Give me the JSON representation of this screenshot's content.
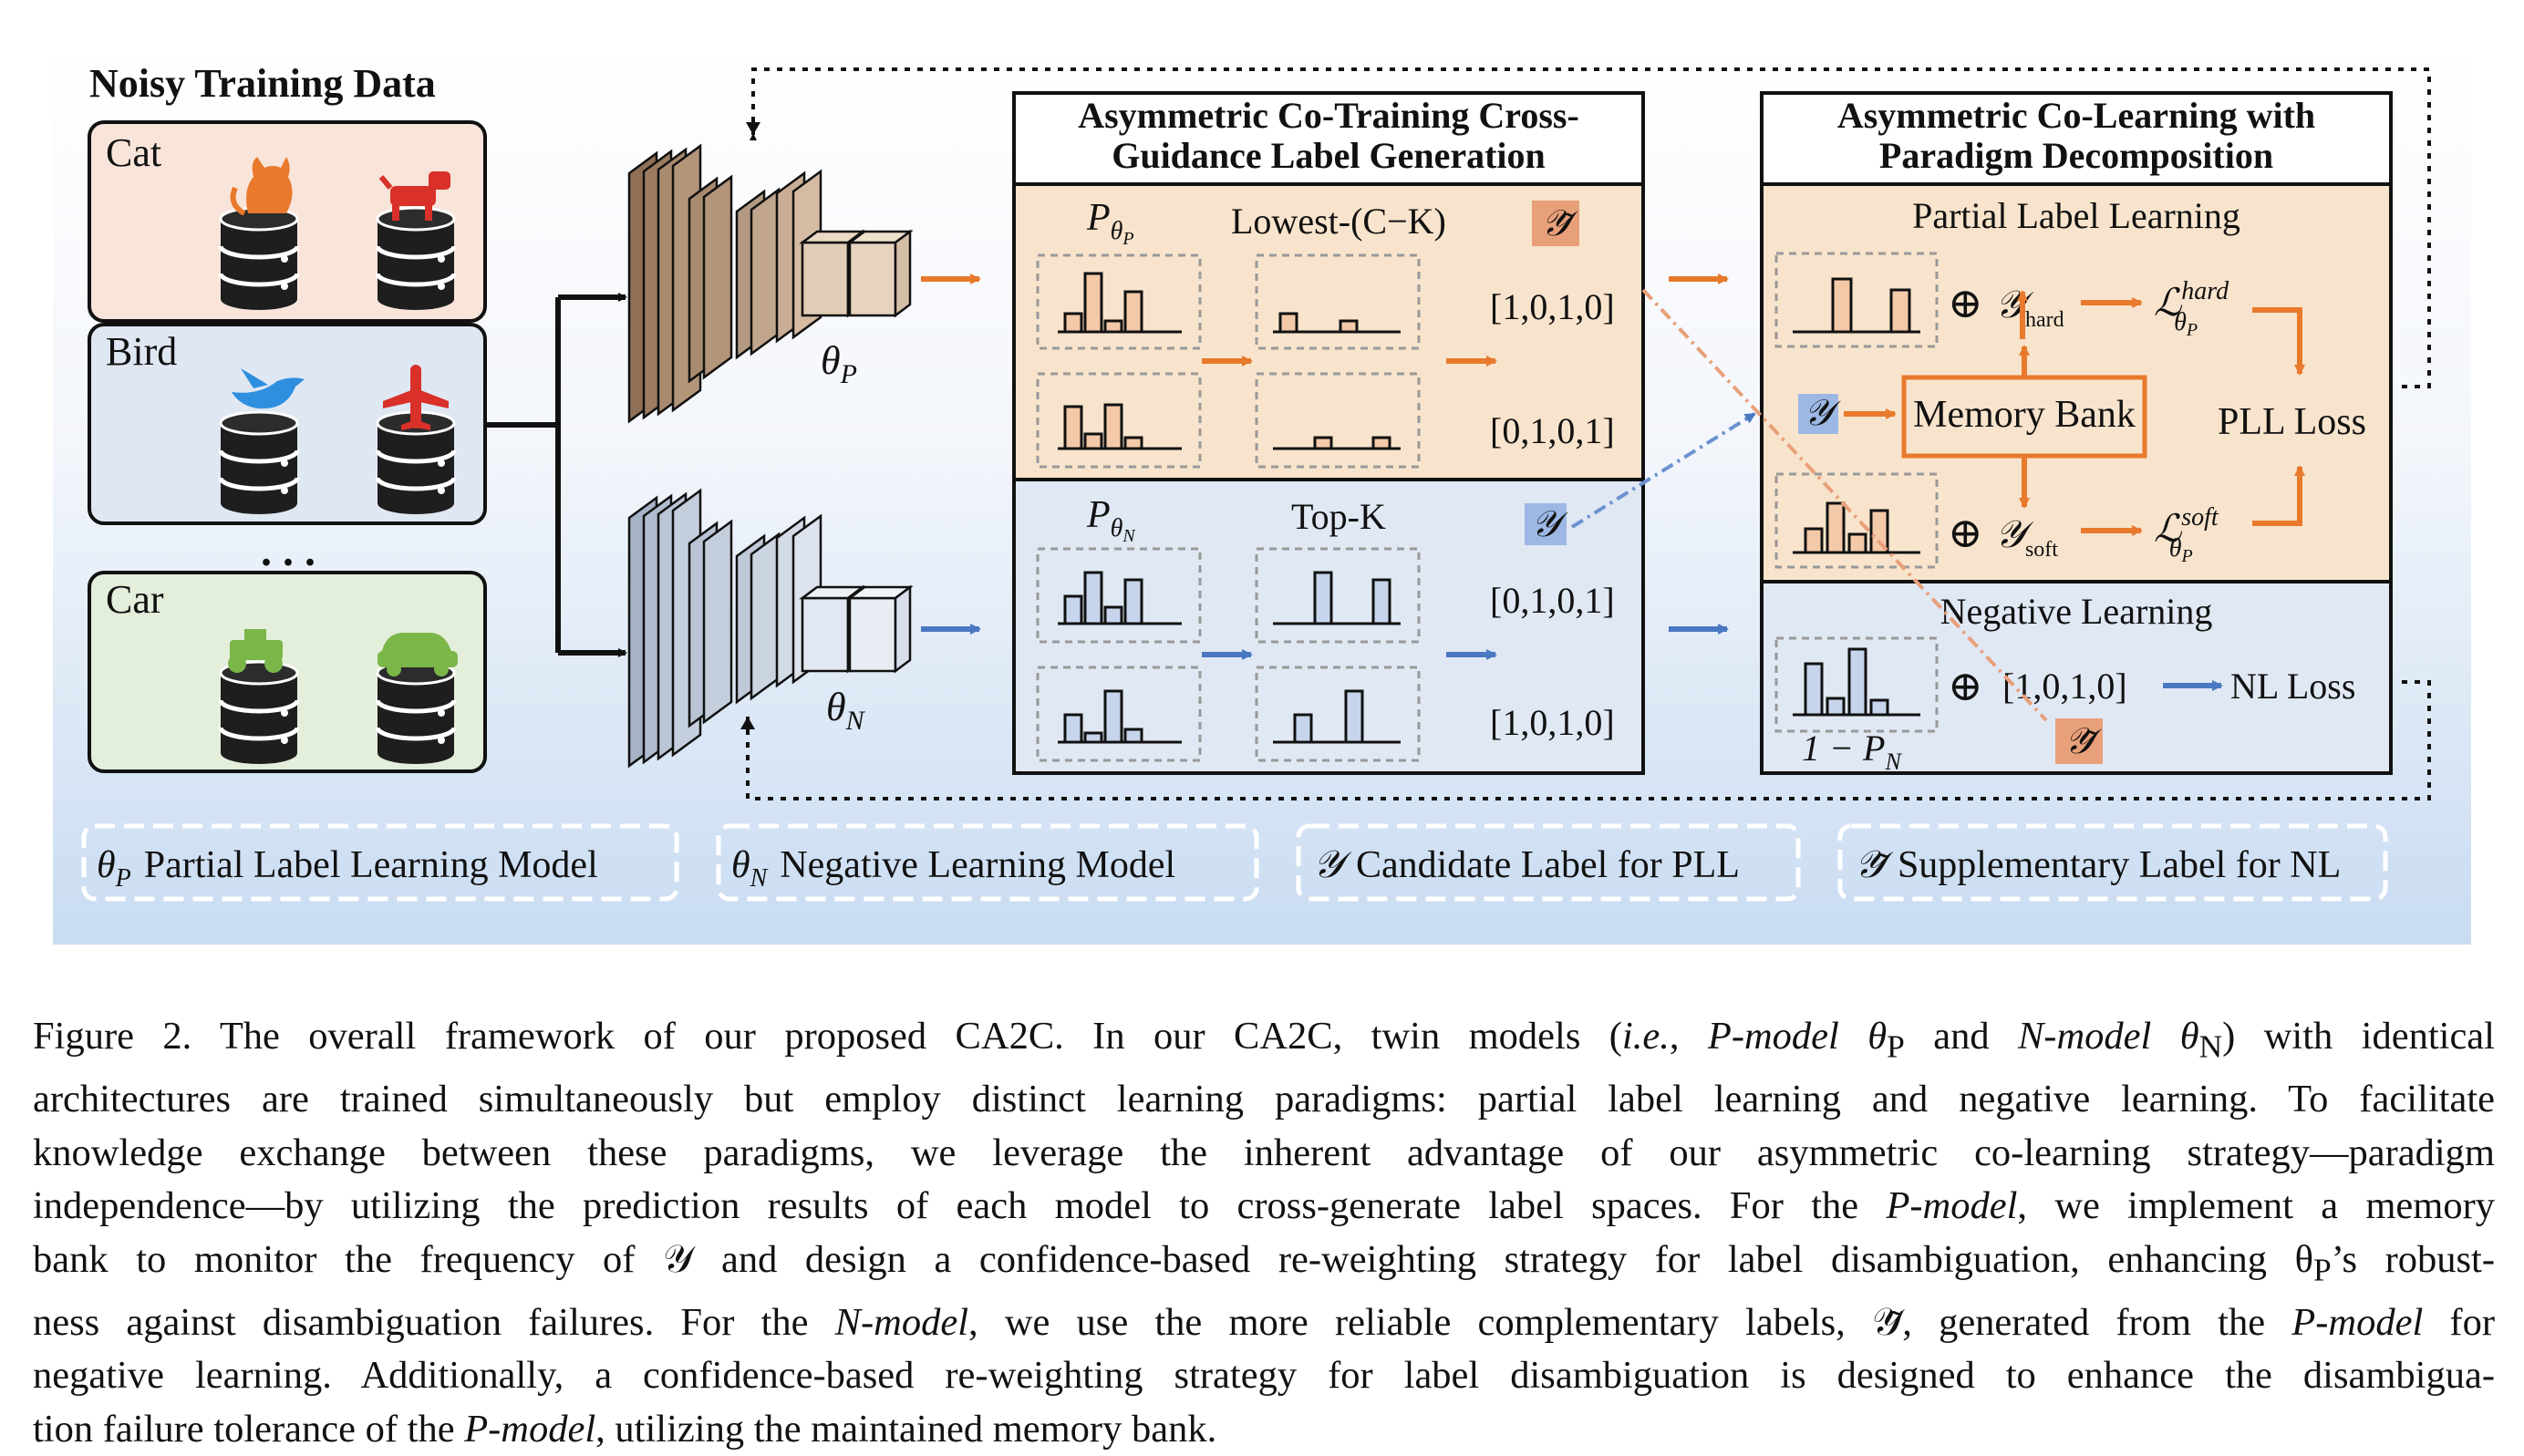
{
  "data_title": "Noisy Training Data",
  "classes": [
    "Cat",
    "Bird",
    "Car"
  ],
  "ellipsis": ". . .",
  "models": {
    "p": "θ",
    "p_sub": "P",
    "n": "θ",
    "n_sub": "N"
  },
  "cross": {
    "title_l1": "Asymmetric Co-Training Cross-",
    "title_l2": "Guidance Label Generation",
    "p_label": "P",
    "p_sub": "θ",
    "p_subsub": "P",
    "lowest": "Lowest-(C−K)",
    "ytilde": "𝒴̃",
    "vec_p1": "[1,0,1,0]",
    "vec_p2": "[0,1,0,1]",
    "n_label": "P",
    "n_sub": "θ",
    "n_subsub": "N",
    "topk": "Top-K",
    "y": "𝒴",
    "vec_n1": "[0,1,0,1]",
    "vec_n2": "[1,0,1,0]"
  },
  "colearn": {
    "title_l1": "Asymmetric Co-Learning with",
    "title_l2": "Paradigm Decomposition",
    "pll_title": "Partial Label Learning",
    "oplus": "⊕",
    "y_hard": "𝒴",
    "y_hard_sub": "hard",
    "l_hard": "ℒ",
    "l_hard_sup": "hard",
    "l_hard_sub": "θ",
    "l_hard_subsub": "P",
    "y_in": "𝒴",
    "memory_bank": "Memory Bank",
    "pll_loss": "PLL Loss",
    "y_soft": "𝒴",
    "y_soft_sub": "soft",
    "l_soft": "ℒ",
    "l_soft_sup": "soft",
    "l_soft_sub": "θ",
    "l_soft_subsub": "P",
    "nl_title": "Negative Learning",
    "nl_vec": "[1,0,1,0]",
    "nl_loss": "NL Loss",
    "one_minus": "1 − P",
    "one_minus_sub": "N",
    "ytilde": "𝒴̃"
  },
  "legend": [
    {
      "sym": "θ",
      "sub": "P",
      "text": "Partial Label Learning Model"
    },
    {
      "sym": "θ",
      "sub": "N",
      "text": "Negative Learning Model"
    },
    {
      "sym": "𝒴",
      "sub": "",
      "text": "Candidate Label for PLL"
    },
    {
      "sym": "𝒴̃",
      "sub": "",
      "text": "Supplementary Label for NL"
    }
  ],
  "caption": {
    "lines": [
      [
        "Figure 2.  The overall framework of our proposed CA2C. In our CA2C, twin models (",
        "i.e.",
        ", ",
        "P-model θ",
        "P",
        " and ",
        "N-model θ",
        "N",
        ") with identical"
      ],
      [
        "architectures are trained simultaneously but employ distinct learning paradigms: partial label learning and negative learning. To facilitate"
      ],
      [
        "knowledge exchange between these paradigms, we leverage the inherent advantage of our asymmetric co-learning strategy—paradigm"
      ],
      [
        "independence—by utilizing the prediction results of each model to cross-generate label spaces. For the ",
        "P-model",
        ", we implement a memory"
      ],
      [
        "bank to monitor the frequency of 𝒴 and design a confidence-based re-weighting strategy for label disambiguation, enhancing θ",
        "P",
        "’s robust-"
      ],
      [
        "ness against disambiguation failures. For the ",
        "N-model",
        ", we use the more reliable complementary labels, 𝒴̃, generated from the ",
        "P-model",
        " for"
      ],
      [
        "negative learning. Additionally, a confidence-based re-weighting strategy for label disambiguation is designed to enhance the disambigua-"
      ],
      [
        "tion failure tolerance of the ",
        "P-model",
        ", utilizing the maintained memory bank."
      ]
    ]
  },
  "colors": {
    "orange": "#e8792d",
    "blue": "#4a78c2",
    "pll_fill": "#f8e4cc",
    "nl_fill": "#e0e8f4",
    "cat_fill": "#f9e4da",
    "bird_fill": "#dfe7f3",
    "car_fill": "#e3eedb",
    "brown_cnn": "#a98a6f",
    "gray_cnn": "#b9c3d3"
  }
}
